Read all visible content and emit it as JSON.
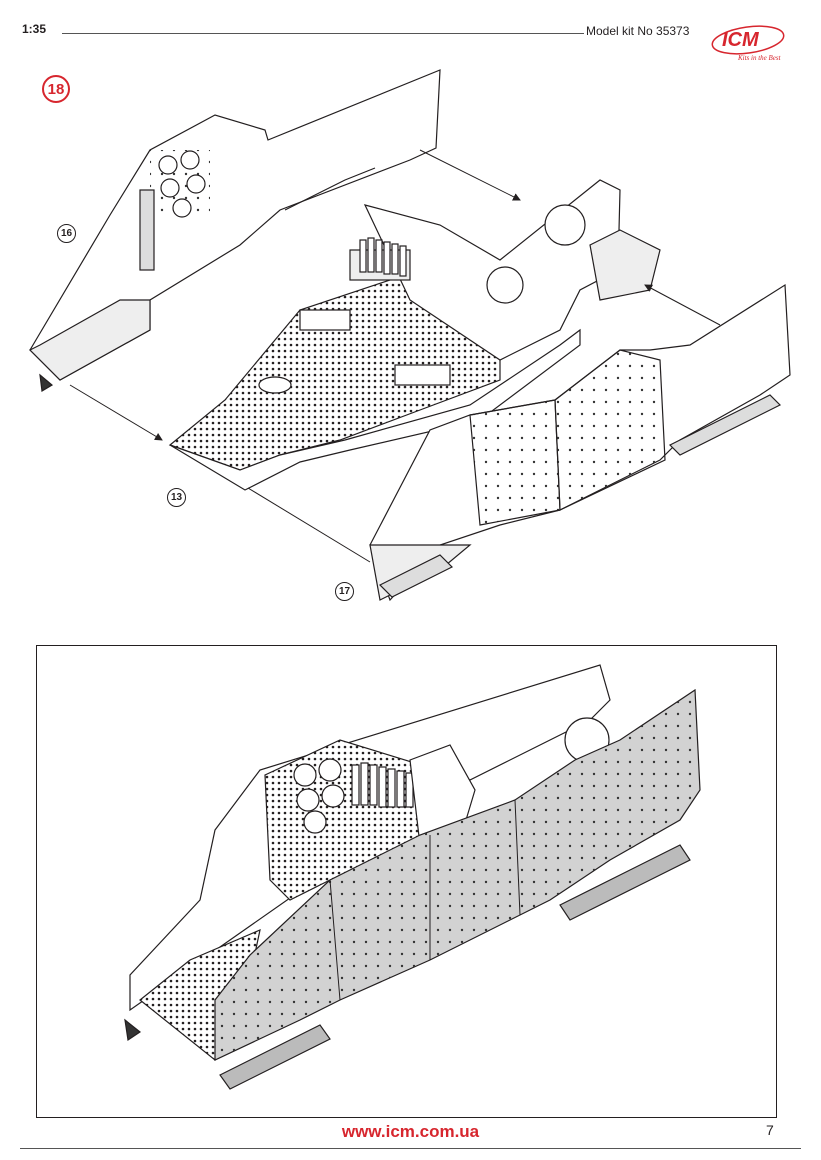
{
  "header": {
    "scale": "1:35",
    "model_kit": "Model kit No 35373",
    "brand": "ICM",
    "slogan": "Kits in the Best"
  },
  "step": {
    "number": "18",
    "part_refs": [
      "16",
      "13",
      "17"
    ]
  },
  "footer": {
    "url": "www.icm.com.ua",
    "page_number": "7"
  },
  "colors": {
    "accent": "#d7262e",
    "ink": "#231f20",
    "highlight_panel": "#d2d2d2"
  }
}
